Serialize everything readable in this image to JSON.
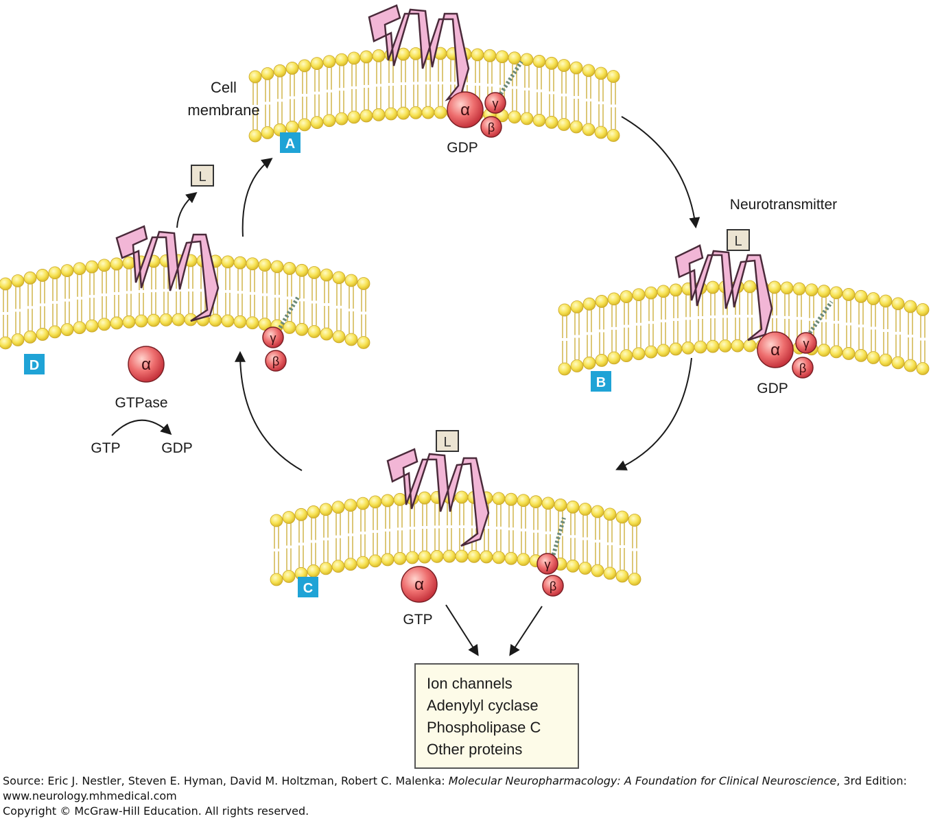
{
  "labels": {
    "cell_membrane_line1": "Cell",
    "cell_membrane_line2": "membrane",
    "neurotransmitter": "Neurotransmitter",
    "ligand": "L",
    "alpha": "α",
    "beta": "β",
    "gamma": "γ",
    "gdp": "GDP",
    "gtp": "GTP",
    "gtpase": "GTPase"
  },
  "panels": {
    "A": "A",
    "B": "B",
    "C": "C",
    "D": "D"
  },
  "effectors": [
    "Ion channels",
    "Adenylyl cyclase",
    "Phospholipase C",
    "Other proteins"
  ],
  "caption": {
    "prefix": "Source: Eric J. Nestler, Steven E. Hyman, David M. Holtzman, Robert C. Malenka: ",
    "book_title": "Molecular Neuropharmacology: A Foundation for Clinical Neuroscience",
    "suffix": ", 3rd Edition: www.neurology.mhmedical.com",
    "copyright": "Copyright © McGraw-Hill Education. All rights reserved."
  },
  "colors": {
    "membrane_head": "#f7e252",
    "membrane_tail": "#c8a92e",
    "receptor": "#f2b6d6",
    "subunit": "#e8555a",
    "panel_label": "#1fa3d6",
    "effector_box": "#fdfbe8"
  }
}
